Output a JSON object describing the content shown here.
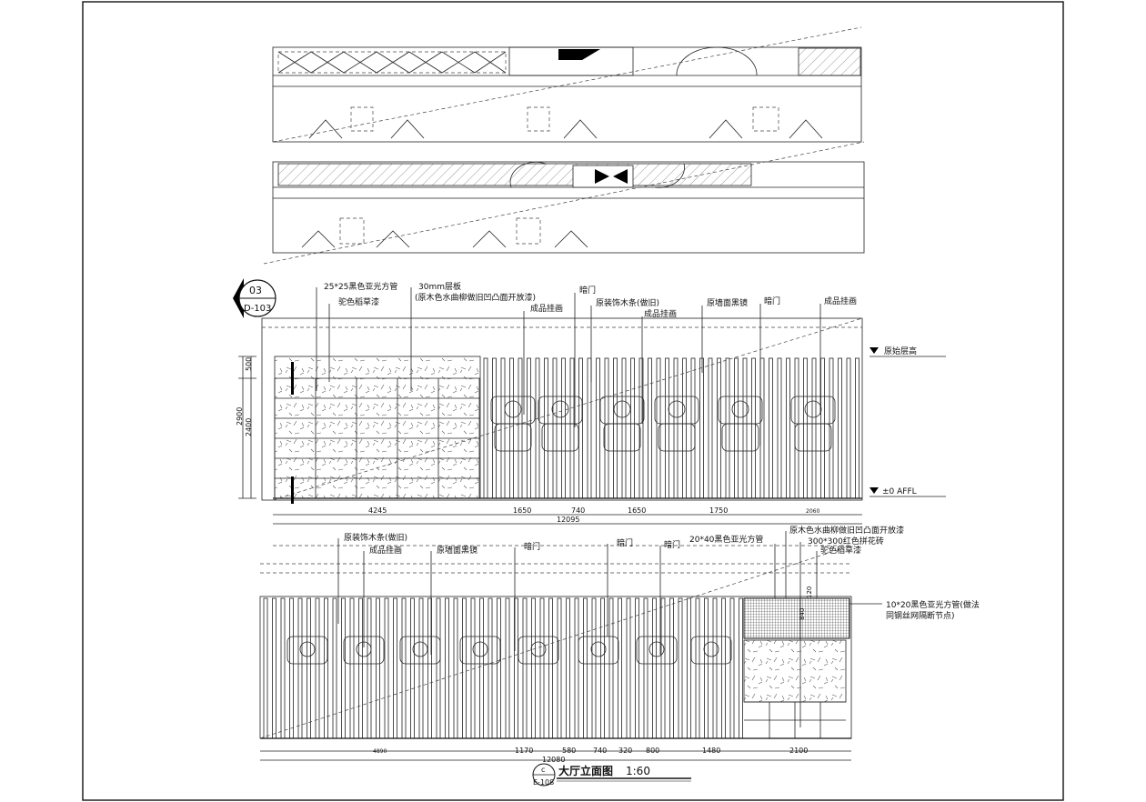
{
  "drawing_title": {
    "name": "大厅立面图",
    "scale": "1:60",
    "tag_letter": "c",
    "tag_sheet": "E-108"
  },
  "section_marker": {
    "number": "03",
    "sheet": "D-103"
  },
  "upper_elevation": {
    "annotations": [
      "25*25黑色亚光方管",
      "驼色稻草漆",
      "30mm层板",
      "(原木色水曲柳做旧凹凸面开放漆)",
      "成品挂画",
      "暗门",
      "原装饰木条(做旧)",
      "成品挂画",
      "原墙面黑镜",
      "暗门",
      "成品挂画"
    ],
    "level_labels": [
      "原始层高",
      "±0  AFFL"
    ],
    "vertical_dims": [
      "500",
      "2400",
      "2900"
    ],
    "dims": [
      "4245",
      "1650",
      "740",
      "1650",
      "1750",
      "2060"
    ],
    "total": "12095"
  },
  "lower_elevation": {
    "annotations": [
      "原装饰木条(做旧)",
      "成品挂画",
      "原墙面黑镜",
      "暗门",
      "暗门",
      "暗门",
      "20*40黑色亚光方管",
      "原木色水曲柳做旧凹凸面开放漆",
      "300*300红色拼花砖",
      "驼色稻草漆",
      "10*20黑色亚光方管(做法",
      "同钢丝网隔断节点)"
    ],
    "vertical_dims": [
      "120",
      "840"
    ],
    "dims": [
      "4890",
      "1170",
      "580",
      "740",
      "320",
      "800",
      "1480",
      "2100"
    ],
    "total": "12080"
  }
}
